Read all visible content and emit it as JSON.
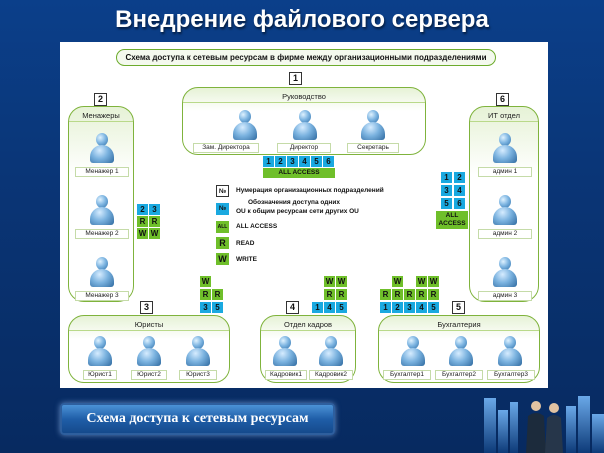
{
  "slide_title": "Внедрение файлового сервера",
  "diagram_title": "Схема доступа к сетевым ресурсам в фирме между организационными подразделениями",
  "units": {
    "u1": {
      "num": "1",
      "title": "Руководство",
      "members": [
        "Зам. Директора",
        "Директор",
        "Секретарь"
      ]
    },
    "u2": {
      "num": "2",
      "title": "Менажеры",
      "members": [
        "Менажер 1",
        "Менажер 2",
        "Менажер 3"
      ]
    },
    "u3": {
      "num": "3",
      "title": "Юристы",
      "members": [
        "Юрист1",
        "Юрист2",
        "Юрист3"
      ]
    },
    "u4": {
      "num": "4",
      "title": "Отдел кадров",
      "members": [
        "Кадровик1",
        "Кадровик2"
      ]
    },
    "u5": {
      "num": "5",
      "title": "Бухгалтерия",
      "members": [
        "Бухгалтер1",
        "Бухгалтер2",
        "Бухгалтер3"
      ]
    },
    "u6": {
      "num": "6",
      "title": "ИТ отдел",
      "members": [
        "админ 1",
        "админ 2",
        "админ 3"
      ]
    }
  },
  "access": {
    "u1": {
      "ous": [
        "1",
        "2",
        "3",
        "4",
        "5",
        "6"
      ],
      "label": "ALL ACCESS"
    },
    "u2": {
      "ous": [
        "2",
        "3"
      ],
      "rights": [
        "R",
        "R",
        "W",
        "W"
      ]
    },
    "u3": {
      "ous": [
        "3",
        "5"
      ],
      "rights": [
        "W",
        "R",
        "R"
      ]
    },
    "u4": {
      "ous": [
        "1",
        "4",
        "5"
      ],
      "rights": [
        "W",
        "W",
        "R",
        "R"
      ]
    },
    "u5": {
      "ous": [
        "1",
        "2",
        "3",
        "4",
        "5"
      ],
      "rights": [
        "W",
        "W",
        "W",
        "R",
        "R",
        "R",
        "R",
        "R"
      ]
    },
    "u6": {
      "ous": [
        "1",
        "2",
        "3",
        "4",
        "5",
        "6"
      ],
      "label_line1": "ALL",
      "label_line2": "ACCESS"
    }
  },
  "legend": {
    "num_symbol": "№",
    "num_text": "Нумерация организационных подразделений",
    "access_symbol": "№",
    "access_text_1": "Обозначения доступа одних",
    "access_text_2": "OU к общим ресурсам сети других OU",
    "all_symbol": "ALL",
    "all_text": "ALL ACCESS",
    "read_symbol": "R",
    "read_text": "READ",
    "write_symbol": "W",
    "write_text": "WRITE"
  },
  "footer_caption": "Схема доступа к сетевым ресурсам",
  "colors": {
    "background": "#0a3576",
    "green": "#6fbf2a",
    "blue": "#1aa9e0",
    "unit_border": "#7fb33c"
  }
}
